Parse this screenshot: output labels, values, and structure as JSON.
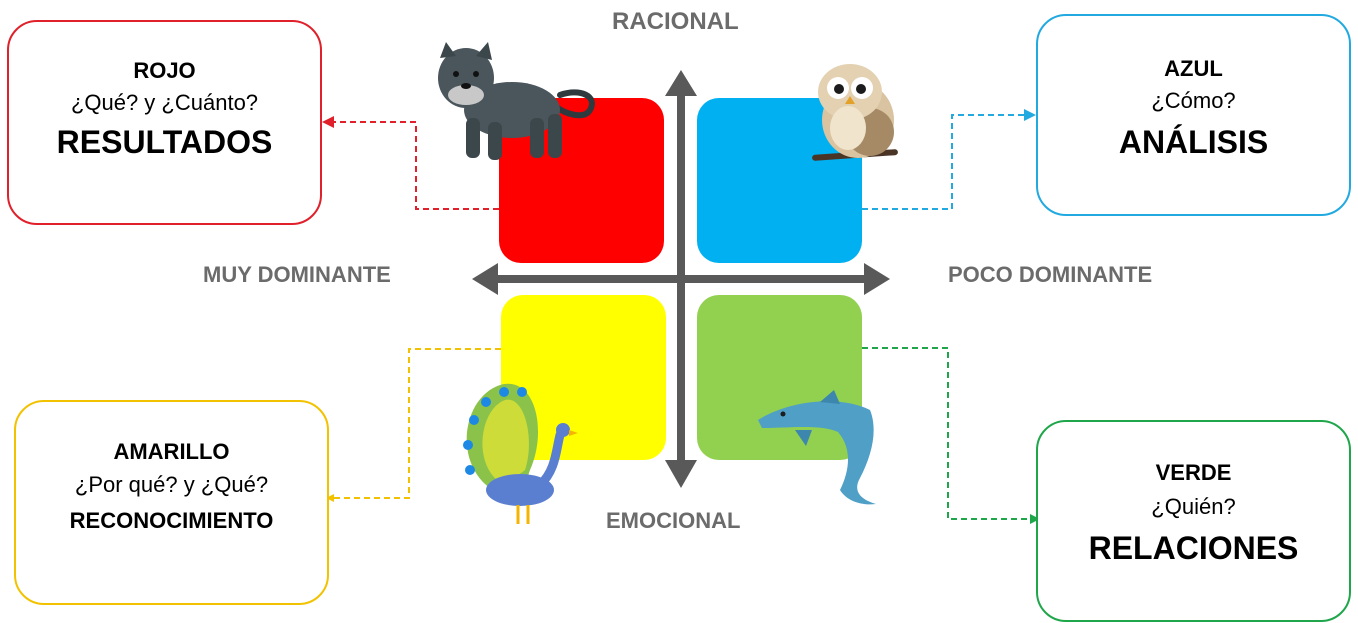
{
  "axes": {
    "top": "RACIONAL",
    "bottom": "EMOCIONAL",
    "left": "MUY DOMINANTE",
    "right": "POCO DOMINANTE"
  },
  "colors": {
    "red": "#ff0000",
    "blue": "#00b0f0",
    "yellow": "#ffff00",
    "green": "#92d050",
    "axis": "#595959",
    "label": "#6b6b6b"
  },
  "cards": {
    "red": {
      "title": "ROJO",
      "question": "¿Qué? y ¿Cuánto?",
      "keyword": "RESULTADOS",
      "border": "#e0202a"
    },
    "blue": {
      "title": "AZUL",
      "question": "¿Cómo?",
      "keyword": "ANÁLISIS",
      "border": "#21a9e0"
    },
    "yellow": {
      "title": "AMARILLO",
      "question": "¿Por qué? y ¿Qué?",
      "keyword": "RECONOCIMIENTO",
      "border": "#f2c200"
    },
    "green": {
      "title": "VERDE",
      "question": "¿Quién?",
      "keyword": "RELACIONES",
      "border": "#1fa64a"
    }
  },
  "animals": {
    "red": "panther-icon",
    "blue": "owl-icon",
    "yellow": "peacock-icon",
    "green": "dolphin-icon"
  }
}
